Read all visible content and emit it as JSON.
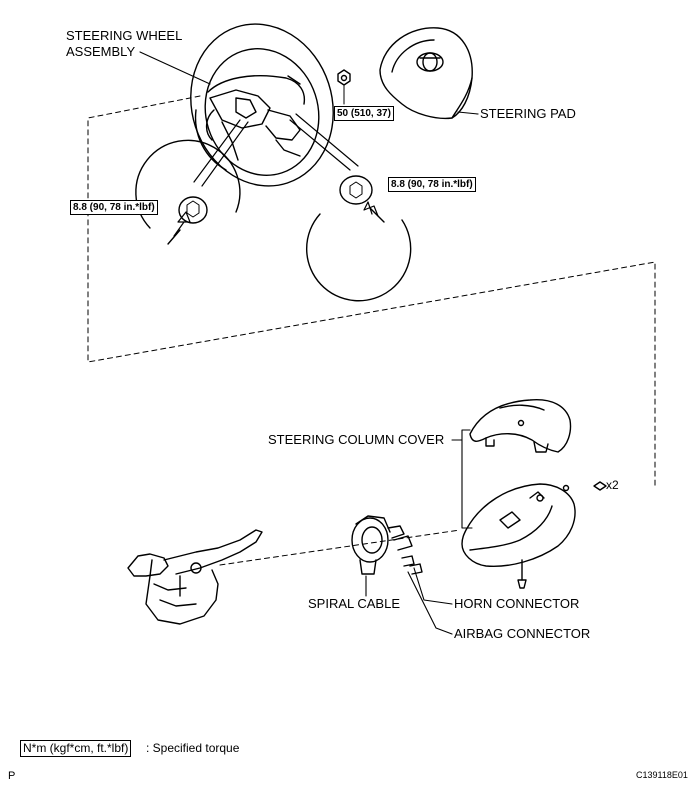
{
  "labels": {
    "steering_wheel_assembly_line1": "STEERING WHEEL",
    "steering_wheel_assembly_line2": "ASSEMBLY",
    "steering_pad": "STEERING PAD",
    "steering_column_cover": "STEERING COLUMN COVER",
    "spiral_cable": "SPIRAL CABLE",
    "horn_connector": "HORN CONNECTOR",
    "airbag_connector": "AIRBAG CONNECTOR",
    "quantity": "x2"
  },
  "torques": {
    "nut": "50 (510, 37)",
    "left_screw": "8.8 (90, 78 in.*lbf)",
    "right_screw": "8.8 (90, 78 in.*lbf)"
  },
  "legend": {
    "unit": "N*m (kgf*cm, ft.*lbf)",
    "description": ": Specified torque"
  },
  "footer": {
    "left_code": "P",
    "figure_id": "C139118E01"
  }
}
